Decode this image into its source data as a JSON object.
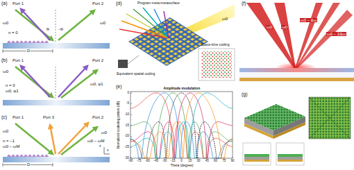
{
  "diagram": {
    "labels": [
      "(a)",
      "Port 1",
      "Port 2",
      "n = 0",
      "ω0",
      "ω0",
      "θi",
      "−θi",
      "D",
      "(b)",
      "Port 1",
      "Port 2",
      "n = 0",
      "ω0, φ1",
      "ω0",
      "ω0, φ1",
      "(c)",
      "Port 1",
      "Port 3",
      "Port 2",
      "n = −1",
      "ω0 − ωM",
      "ω0",
      "ω0 − ωM",
      "ω0",
      "D",
      "z",
      "x",
      "(d)",
      "Program meta-metasurface",
      "Space-time coding",
      "Equivalent spatial coding",
      "ω0",
      "(e)",
      "Amplitude modulation",
      "Normalized scattering pattern (dB)",
      "Theta (degree)",
      "-90",
      "-75",
      "-60",
      "-45",
      "-30",
      "-15",
      "0",
      "15",
      "30",
      "45",
      "60",
      "75",
      "90",
      "0",
      "-5",
      "-10",
      "-15",
      "-20",
      "-25",
      "-30",
      "(f)",
      "ω0",
      "ω0",
      "ω0 − Δω",
      "ω0 − 2Δω",
      "(g)"
    ]
  }
}
